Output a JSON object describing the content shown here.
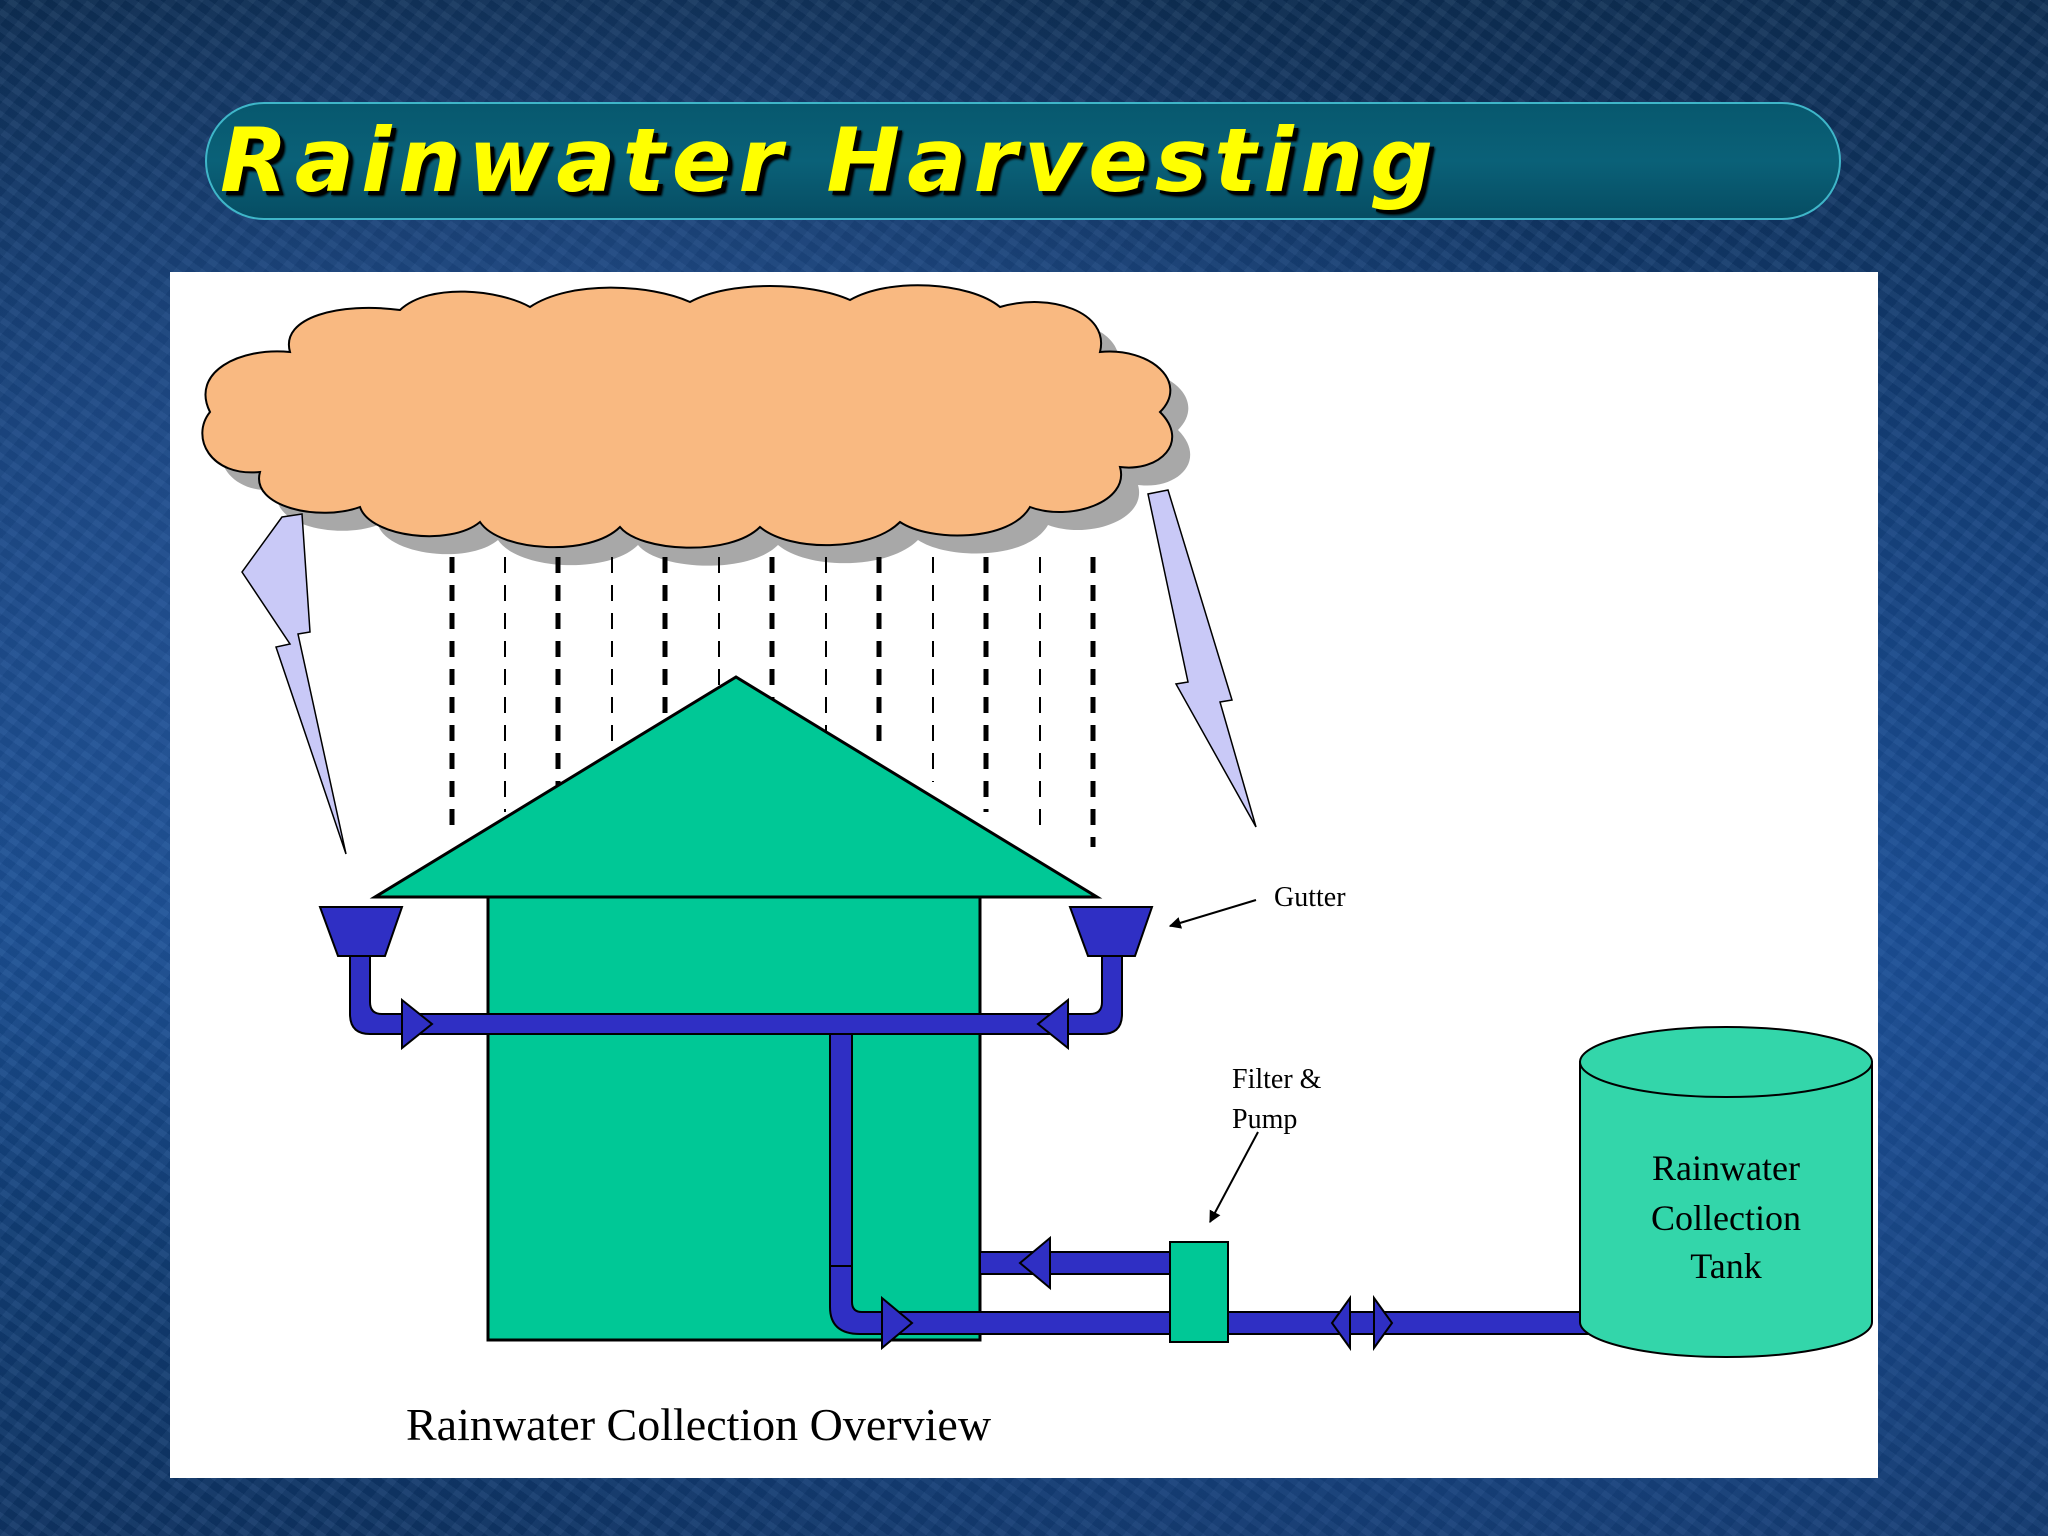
{
  "slide": {
    "title": "Rainwater Harvesting"
  },
  "diagram": {
    "caption": "Rainwater Collection Overview",
    "labels": {
      "gutter": "Gutter",
      "filter_pump_line1": "Filter &",
      "filter_pump_line2": "Pump",
      "tank_line1": "Rainwater",
      "tank_line2": "Collection",
      "tank_line3": "Tank"
    },
    "colors": {
      "cloud": "#f9b981",
      "house": "#00c896",
      "tank": "#33d6aa",
      "pipe": "#2f2fc4",
      "lightning": "#c9c9f7",
      "title_text": "#ffff00",
      "title_bar": "#07586e"
    }
  }
}
